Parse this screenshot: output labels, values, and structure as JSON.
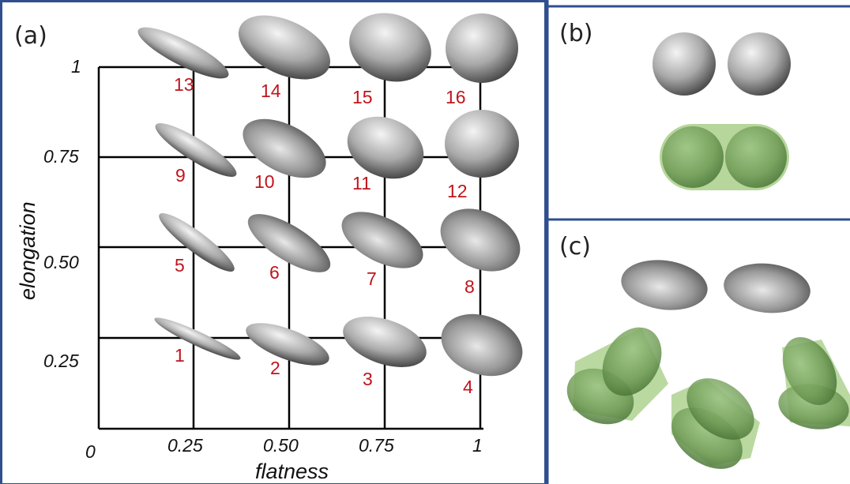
{
  "panels": {
    "a": "(a)",
    "b": "(b)",
    "c": "(c)"
  },
  "axes": {
    "x_title": "flatness",
    "y_title": "elongation",
    "origin": "0",
    "x_ticks": [
      "0.25",
      "0.50",
      "0.75",
      "1"
    ],
    "y_ticks": [
      "1",
      "0.75",
      "0.50",
      "0.25"
    ]
  },
  "shapes": [
    {
      "id": "1",
      "flatness": 0.25,
      "elongation": 0.25
    },
    {
      "id": "2",
      "flatness": 0.5,
      "elongation": 0.25
    },
    {
      "id": "3",
      "flatness": 0.75,
      "elongation": 0.25
    },
    {
      "id": "4",
      "flatness": 1,
      "elongation": 0.25
    },
    {
      "id": "5",
      "flatness": 0.25,
      "elongation": 0.5
    },
    {
      "id": "6",
      "flatness": 0.5,
      "elongation": 0.5
    },
    {
      "id": "7",
      "flatness": 0.75,
      "elongation": 0.5
    },
    {
      "id": "8",
      "flatness": 1,
      "elongation": 0.5
    },
    {
      "id": "9",
      "flatness": 0.25,
      "elongation": 0.75
    },
    {
      "id": "10",
      "flatness": 0.5,
      "elongation": 0.75
    },
    {
      "id": "11",
      "flatness": 0.75,
      "elongation": 0.75
    },
    {
      "id": "12",
      "flatness": 1,
      "elongation": 0.75
    },
    {
      "id": "13",
      "flatness": 0.25,
      "elongation": 1
    },
    {
      "id": "14",
      "flatness": 0.5,
      "elongation": 1
    },
    {
      "id": "15",
      "flatness": 0.75,
      "elongation": 1
    },
    {
      "id": "16",
      "flatness": 1,
      "elongation": 1
    }
  ],
  "colors": {
    "frame": "#2f4f8f",
    "grid": "#000000",
    "label": "#c0141c",
    "particle_gray": "#9a9a9a",
    "particle_green": "#5e8c45",
    "hull_green": "#a9cf8a"
  }
}
